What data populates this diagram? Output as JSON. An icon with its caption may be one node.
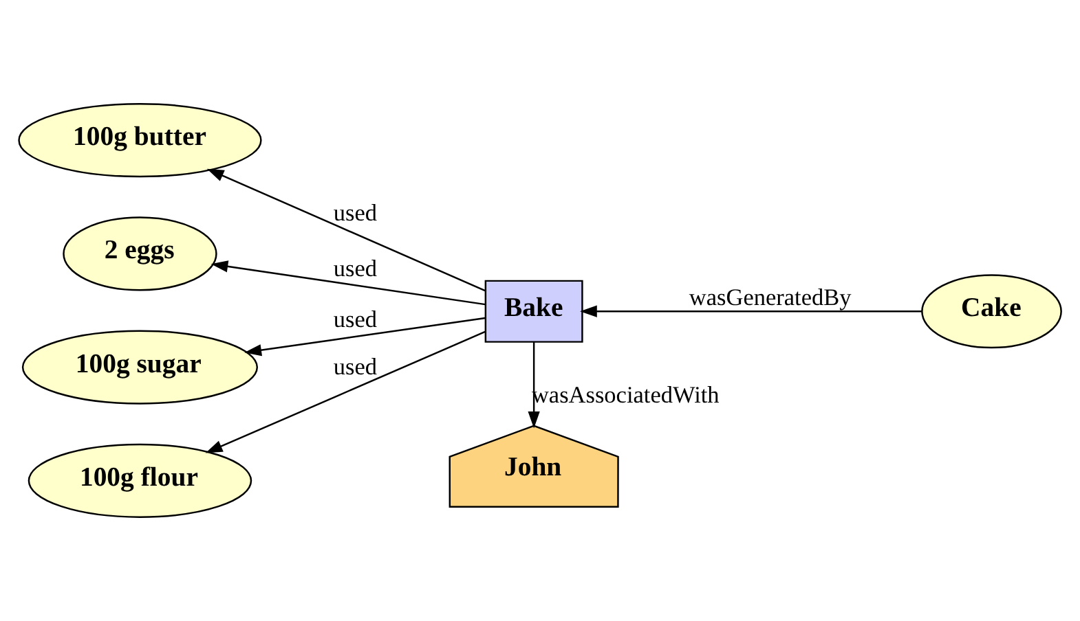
{
  "diagram": {
    "nodes": [
      {
        "text": [
          "100g butter"
        ]
      },
      {
        "text": [
          "John"
        ]
      },
      {
        "text": [
          "2 eggs"
        ]
      },
      {
        "text": [
          "Bake"
        ]
      },
      {
        "text": [
          "Cake"
        ]
      },
      {
        "text": [
          "100g sugar"
        ]
      },
      {
        "text": [
          "100g flour"
        ]
      }
    ],
    "edges": [
      {
        "from": 3,
        "to": 0,
        "arrow": "to",
        "label": "used"
      },
      {
        "from": 3,
        "to": 2,
        "arrow": "to",
        "label": "used"
      },
      {
        "from": 3,
        "to": 5,
        "arrow": "to",
        "label": "used"
      },
      {
        "from": 3,
        "to": 6,
        "arrow": "to",
        "label": "used"
      },
      {
        "from": 3,
        "to": 1,
        "arrow": "to",
        "label": "wasAssociatedWith"
      },
      {
        "from": 4,
        "to": 3,
        "arrow": "to",
        "label": "wasGeneratedBy"
      }
    ]
  }
}
